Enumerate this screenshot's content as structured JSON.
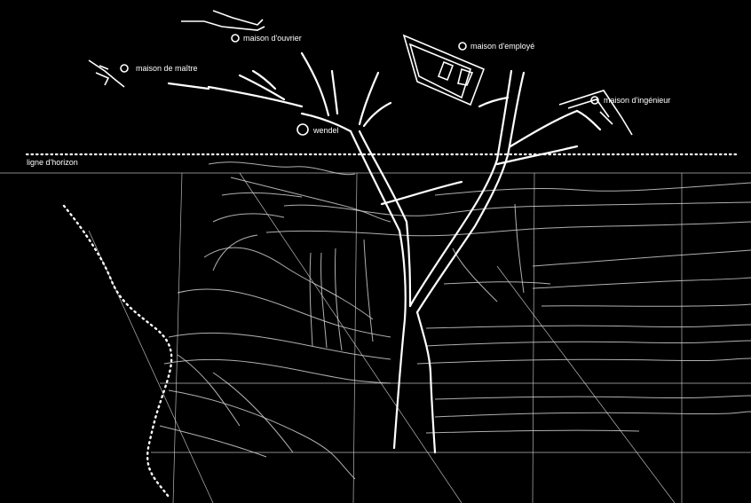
{
  "labels": {
    "maison_ouvrier": "maison d'ouvrier",
    "maison_employe": "maison d'employé",
    "maison_maitre": "maison de maître",
    "maison_ingenieur": "maison d'ingénieur",
    "wendel": "wendel",
    "ligne_horizon": "ligne d'horizon"
  },
  "colors": {
    "background": "#000000",
    "lines": "#ffffff",
    "grid": "#d8d8d8"
  }
}
